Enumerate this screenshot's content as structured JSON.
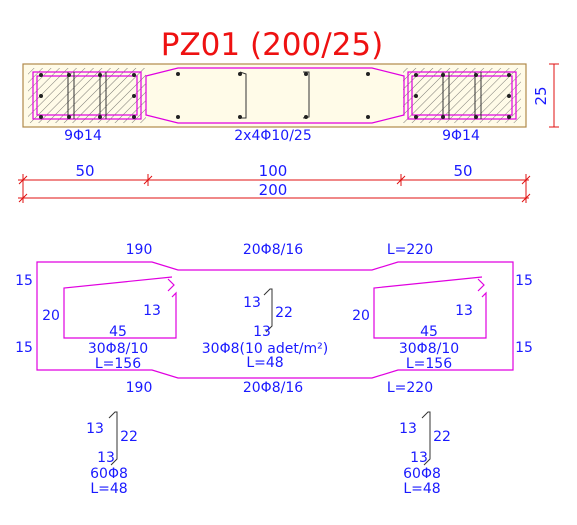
{
  "title": "PZ01 (200/25)",
  "section": {
    "left_bars": "9Φ14",
    "mid_bars": "2x4Φ10/25",
    "right_bars": "9Φ14",
    "height": "25"
  },
  "dimensions": {
    "left": "50",
    "mid": "100",
    "right": "50",
    "total": "200"
  },
  "stirrup_main": {
    "top_len": "190",
    "top_label": "20Φ8/16",
    "top_L": "L=220",
    "bot_len": "190",
    "bot_label": "20Φ8/16",
    "bot_L": "L=220",
    "left_top": "15",
    "left_bot": "15",
    "right_top": "15",
    "right_bot": "15"
  },
  "stirrup_left": {
    "height": "20",
    "hook": "13",
    "width": "45",
    "label": "30Φ8/10",
    "L": "L=156"
  },
  "stirrup_right": {
    "height": "20",
    "hook": "13",
    "width": "45",
    "label": "30Φ8/10",
    "L": "L=156"
  },
  "tie_center": {
    "top": "13",
    "side": "22",
    "bot": "13",
    "label": "30Φ8(10 adet/m²)",
    "L": "L=48"
  },
  "tie_left": {
    "top": "13",
    "side": "22",
    "bot": "13",
    "label": "60Φ8",
    "L": "L=48"
  },
  "tie_right": {
    "top": "13",
    "side": "22",
    "bot": "13",
    "label": "60Φ8",
    "L": "L=48"
  }
}
